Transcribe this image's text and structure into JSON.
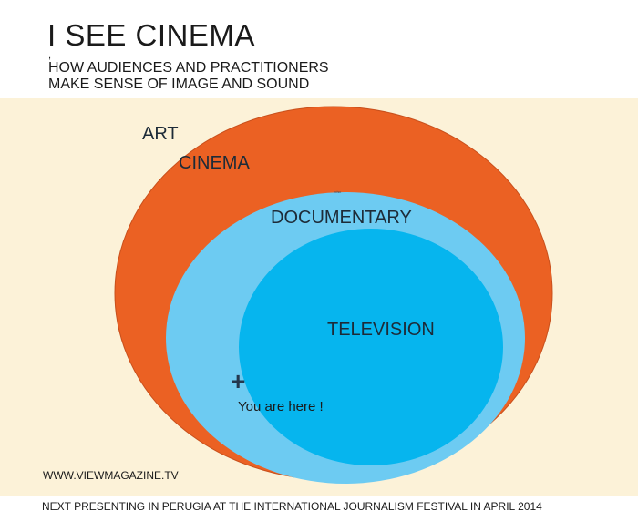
{
  "header": {
    "title": "I SEE CINEMA",
    "comma": ",",
    "subtitle_line1": "HOW AUDIENCES AND PRACTITIONERS",
    "subtitle_line2": "MAKE SENSE OF IMAGE AND SOUND"
  },
  "diagram": {
    "labels": {
      "art": "ART",
      "cinema": "CINEMA",
      "tiny": "tv/sc",
      "documentary": "DOCUMENTARY",
      "television": "TELEVISION",
      "you_are_here": "You are here !",
      "marker": "+"
    },
    "colors": {
      "background": "#fcf2d8",
      "outer": "#eb6123",
      "middle": "#6dcbf2",
      "inner": "#06b5ee"
    }
  },
  "website": "WWW.VIEWMAGAZINE.TV",
  "footer": "NEXT PRESENTING IN PERUGIA AT THE INTERNATIONAL JOURNALISM FESTIVAL IN APRIL 2014"
}
